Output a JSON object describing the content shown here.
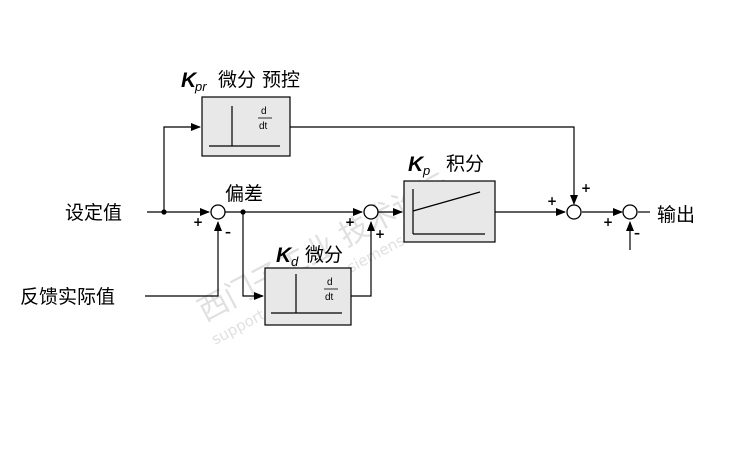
{
  "inputs": {
    "setpoint": "设定值",
    "feedback": "反馈实际值"
  },
  "error_label": "偏差",
  "output_label": "输出",
  "blocks": {
    "kpr": {
      "k": "K",
      "sub": "pr",
      "text": "微分 预控",
      "num": "d",
      "den": "dt"
    },
    "kp": {
      "k": "K",
      "sub": "p",
      "text": "积分"
    },
    "kd": {
      "k": "K",
      "sub": "d",
      "text": "微分",
      "num": "d",
      "den": "dt"
    }
  },
  "signs": {
    "plus": "+",
    "minus": "–"
  },
  "watermark": {
    "cn": "西门子工业 技术论坛",
    "url": "support.automation.siemens.com/cs"
  }
}
